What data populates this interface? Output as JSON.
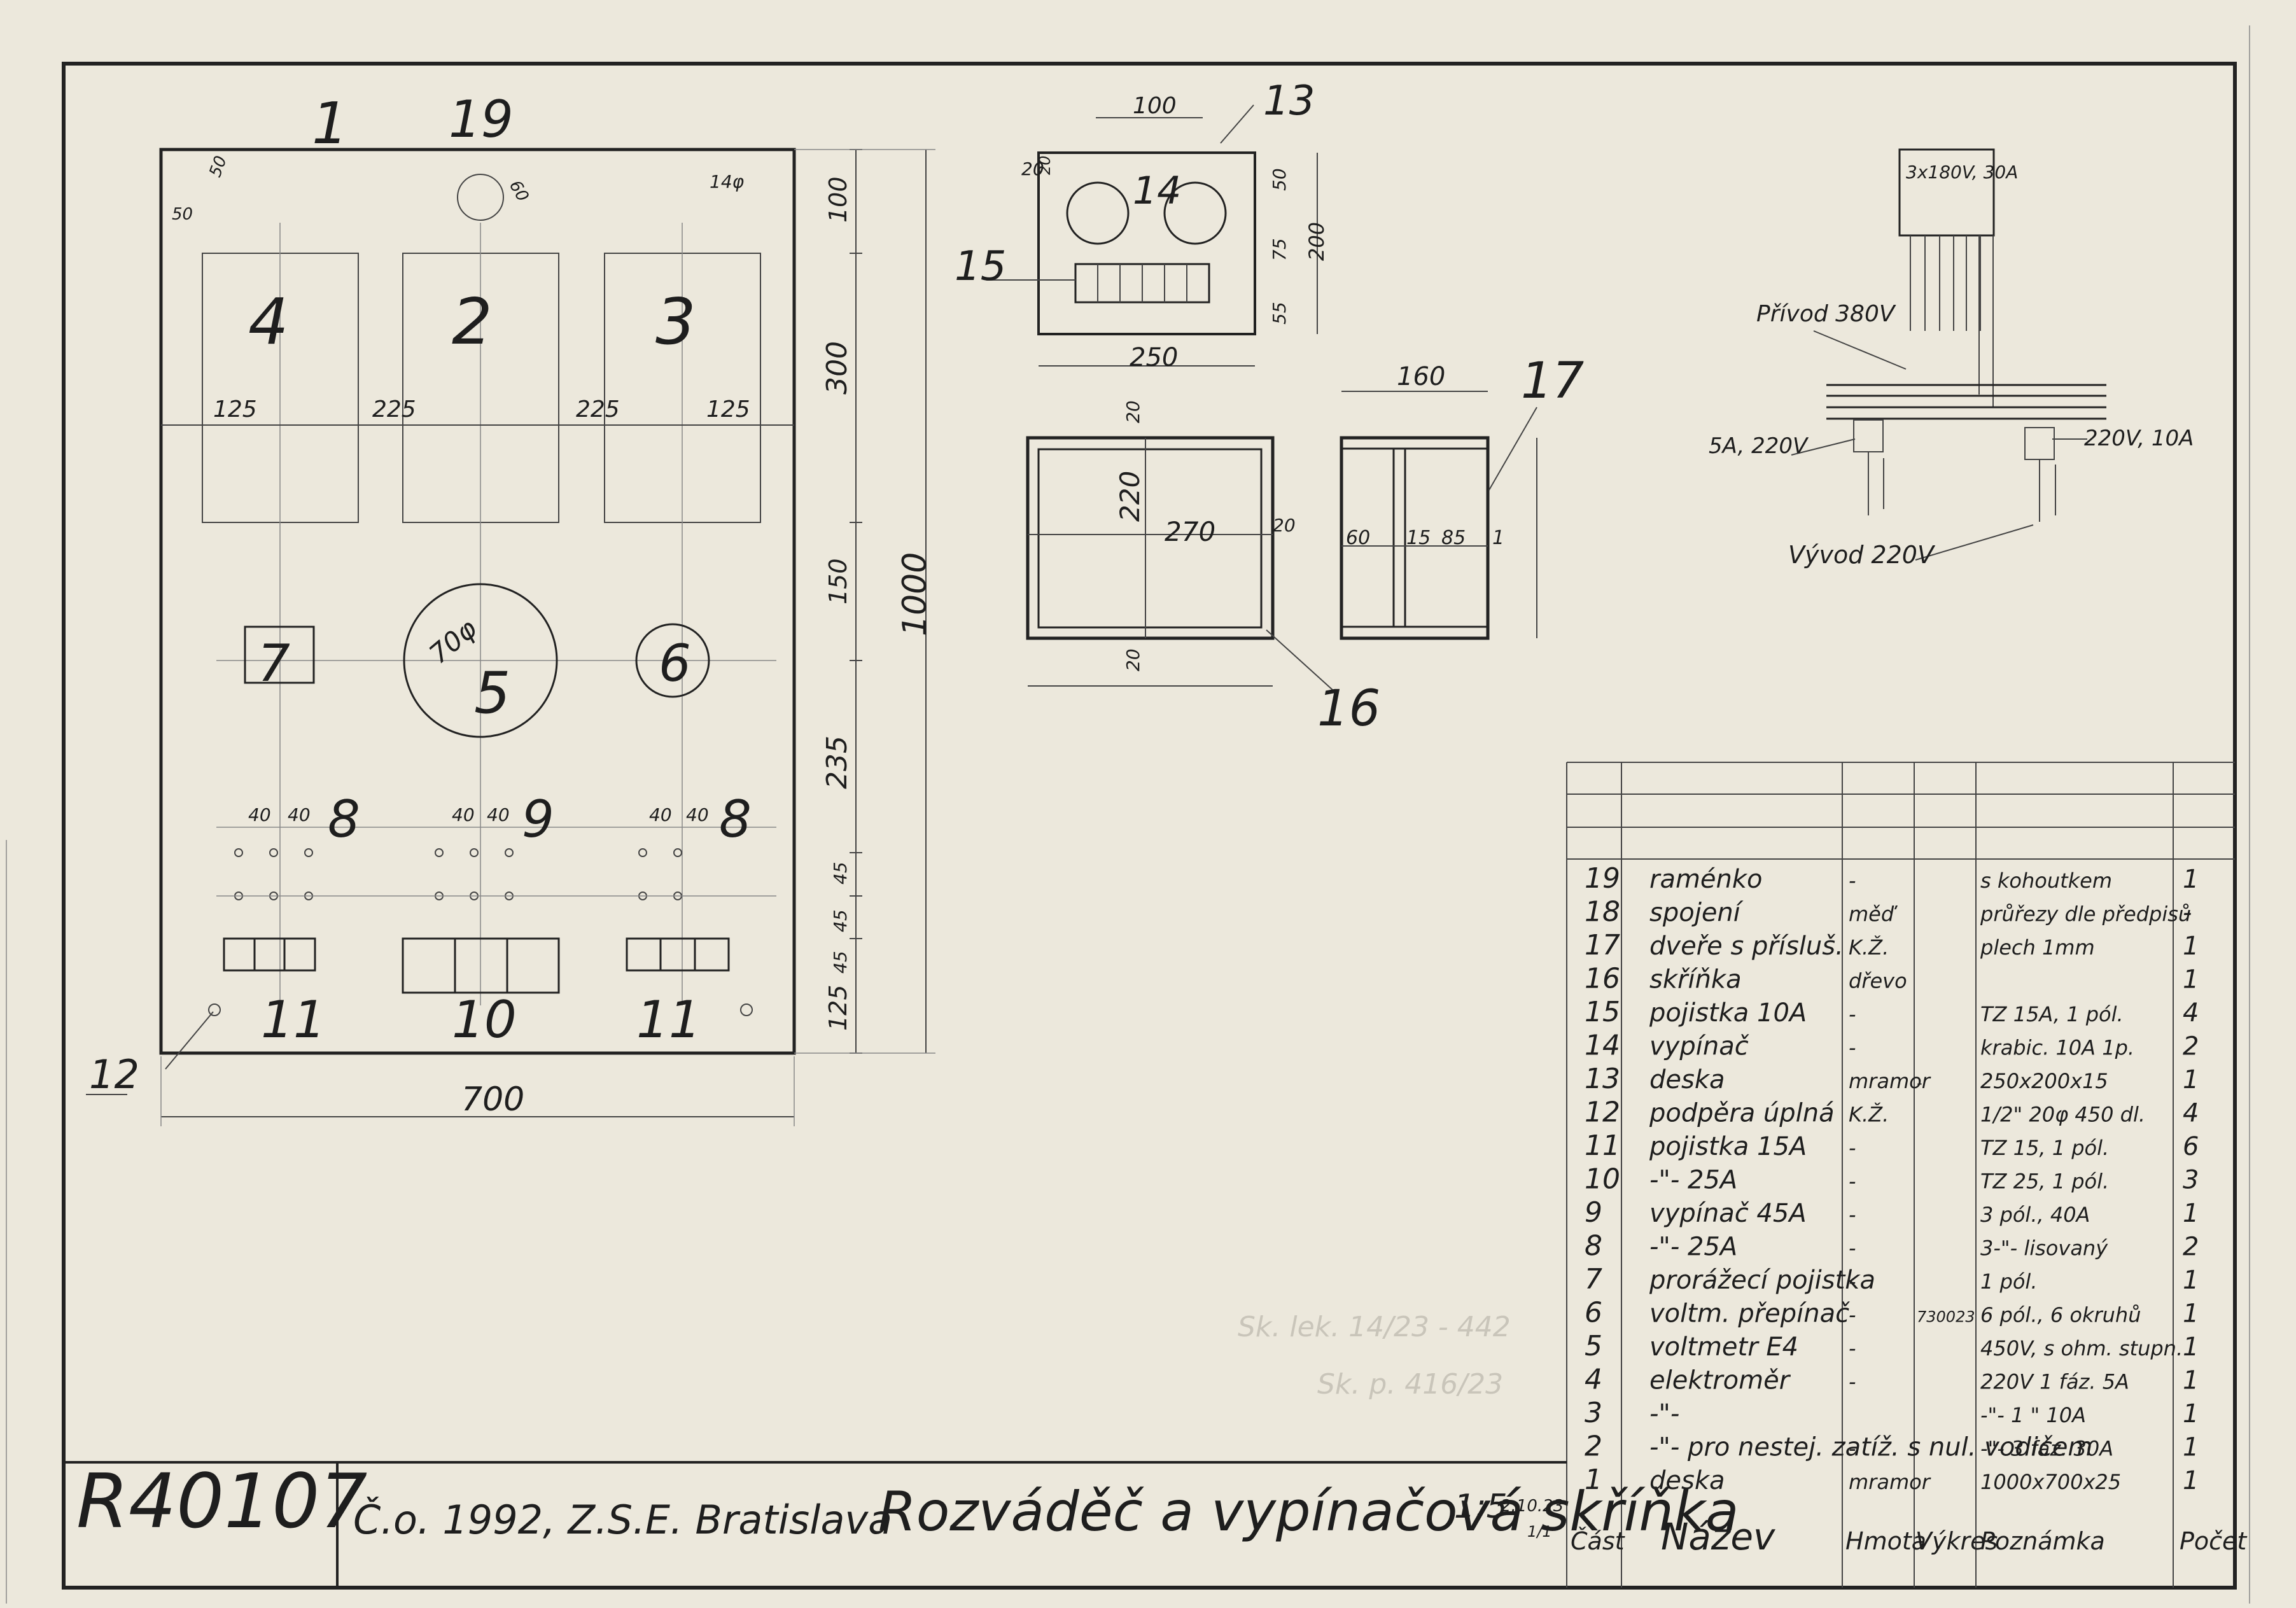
{
  "drawing_number": "R40107",
  "title_block": {
    "order": "Č.o. 1992, Z.S.E. Bratislava",
    "title": "Rozváděč a vypínačová skříňka",
    "scale": "1:5",
    "date": "2.10.23",
    "sheet": "1/1"
  },
  "panel": {
    "labels": [
      "1",
      "19",
      "4",
      "2",
      "3",
      "7",
      "5",
      "6",
      "8",
      "9",
      "8",
      "11",
      "10",
      "11",
      "12"
    ],
    "dims_h": [
      "50",
      "50",
      "60",
      "14φ",
      "125",
      "225",
      "225",
      "125",
      "40",
      "40",
      "40",
      "40",
      "40",
      "40",
      "70φ"
    ],
    "dims_v": [
      "100",
      "300",
      "150",
      "235",
      "45",
      "45",
      "45",
      "125",
      "1000"
    ],
    "width": "700"
  },
  "panel_top": {
    "labels": [
      "13",
      "14",
      "15"
    ],
    "dims": [
      "100",
      "20",
      "20",
      "50",
      "75",
      "200",
      "55",
      "250"
    ]
  },
  "front_view": {
    "label": "16",
    "dims": [
      "20",
      "220",
      "270",
      "20",
      "20"
    ]
  },
  "side_view": {
    "label": "17",
    "dims": [
      "160",
      "60",
      "15",
      "85",
      "1"
    ]
  },
  "schematic": {
    "source": "3x180V, 30A",
    "inlet": "Přívod 380V",
    "left_branch": "5A, 220V",
    "right_branch": "220V, 10A",
    "outlet": "Vývod 220V"
  },
  "parts_table": {
    "headers": [
      "Část",
      "Název",
      "Hmota",
      "Výkres",
      "Poznámka",
      "Počet"
    ],
    "rows": [
      [
        "19",
        "raménko",
        "-",
        "",
        "s kohoutkem",
        "1"
      ],
      [
        "18",
        "spojení",
        "měď",
        "",
        "průřezy dle předpisů",
        "-"
      ],
      [
        "17",
        "dveře s přísluš.",
        "K.Ž.",
        "",
        "plech 1mm",
        "1"
      ],
      [
        "16",
        "skříňka",
        "dřevo",
        "",
        "",
        "1"
      ],
      [
        "15",
        "pojistka 10A",
        "-",
        "",
        "TZ 15A, 1 pól.",
        "4"
      ],
      [
        "14",
        "vypínač",
        "-",
        "",
        "krabic. 10A 1p.",
        "2"
      ],
      [
        "13",
        "deska",
        "mramor",
        "-",
        "250x200x15",
        "1"
      ],
      [
        "12",
        "podpěra úplná",
        "K.Ž.",
        "",
        "1/2\" 20φ 450 dl.",
        "4"
      ],
      [
        "11",
        "pojistka 15A",
        "-",
        "",
        "TZ 15, 1 pól.",
        "6"
      ],
      [
        "10",
        "-\"- 25A",
        "-",
        "",
        "TZ 25, 1 pól.",
        "3"
      ],
      [
        "9",
        "vypínač 45A",
        "-",
        "",
        "3 pól., 40A",
        "1"
      ],
      [
        "8",
        "-\"- 25A",
        "-",
        "",
        "3-\"- lisovaný",
        "2"
      ],
      [
        "7",
        "prorážecí pojistka",
        "-",
        "",
        "1 pól.",
        "1"
      ],
      [
        "6",
        "voltm. přepínač",
        "-",
        "730023",
        "6 pól., 6 okruhů",
        "1"
      ],
      [
        "5",
        "voltmetr E4",
        "-",
        "",
        "450V, s ohm. stupn.",
        "1"
      ],
      [
        "4",
        "elektroměr",
        "-",
        "",
        "220V 1 fáz. 5A",
        "1"
      ],
      [
        "3",
        "-\"-",
        "",
        "",
        "-\"- 1 \" 10A",
        "1"
      ],
      [
        "2",
        "-\"- pro nestej. zatíž. s nul. vodičem",
        "-",
        "",
        "-\"- 3 fáz. 30A",
        "1"
      ],
      [
        "1",
        "deska",
        "mramor",
        "",
        "1000x700x25",
        "1"
      ]
    ]
  },
  "stamps": [
    "Sk. lek. 14/23 - 442",
    "Sk. p. 416/23"
  ]
}
